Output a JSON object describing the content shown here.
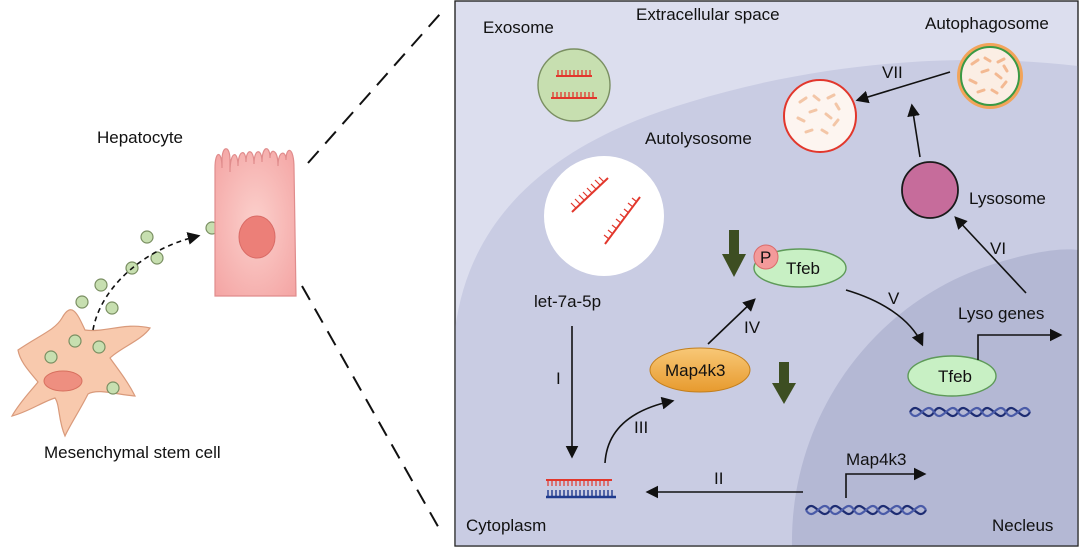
{
  "left": {
    "hepatocyte": "Hepatocyte",
    "msc": "Mesenchymal stem cell"
  },
  "right": {
    "extracellular": "Extracellular space",
    "exosome": "Exosome",
    "autophagosome": "Autophagosome",
    "autolysosome": "Autolysosome",
    "lysosome": "Lysosome",
    "let7": "let-7a-5p",
    "cytoplasm": "Cytoplasm",
    "nucleus": "Necleus",
    "lyso_genes": "Lyso genes",
    "map4k3_protein": "Map4k3",
    "map4k3_gene": "Map4k3",
    "tfeb_cyto": "Tfeb",
    "tfeb_nuc": "Tfeb",
    "phospho": "P"
  },
  "steps": {
    "I": "I",
    "II": "II",
    "III": "III",
    "IV": "IV",
    "V": "V",
    "VI": "VI",
    "VII": "VII"
  },
  "colors": {
    "cytoplasm": "#c9cce3",
    "extracellular": "#dcdeee",
    "nucleus": "#b4b8d4",
    "hepatocyte": "#f7b2b0",
    "msc": "#f8c9ad",
    "vesicle": "#c7dfb0",
    "tfeb": "#c8f0c4",
    "map4k3": "#f3b14f",
    "lysosome": "#c66c9b",
    "down_arrow": "#3d4e22",
    "mirna_red": "#e2372c",
    "mirna_blue": "#1f3a8e",
    "dna": "#1d2c72"
  }
}
